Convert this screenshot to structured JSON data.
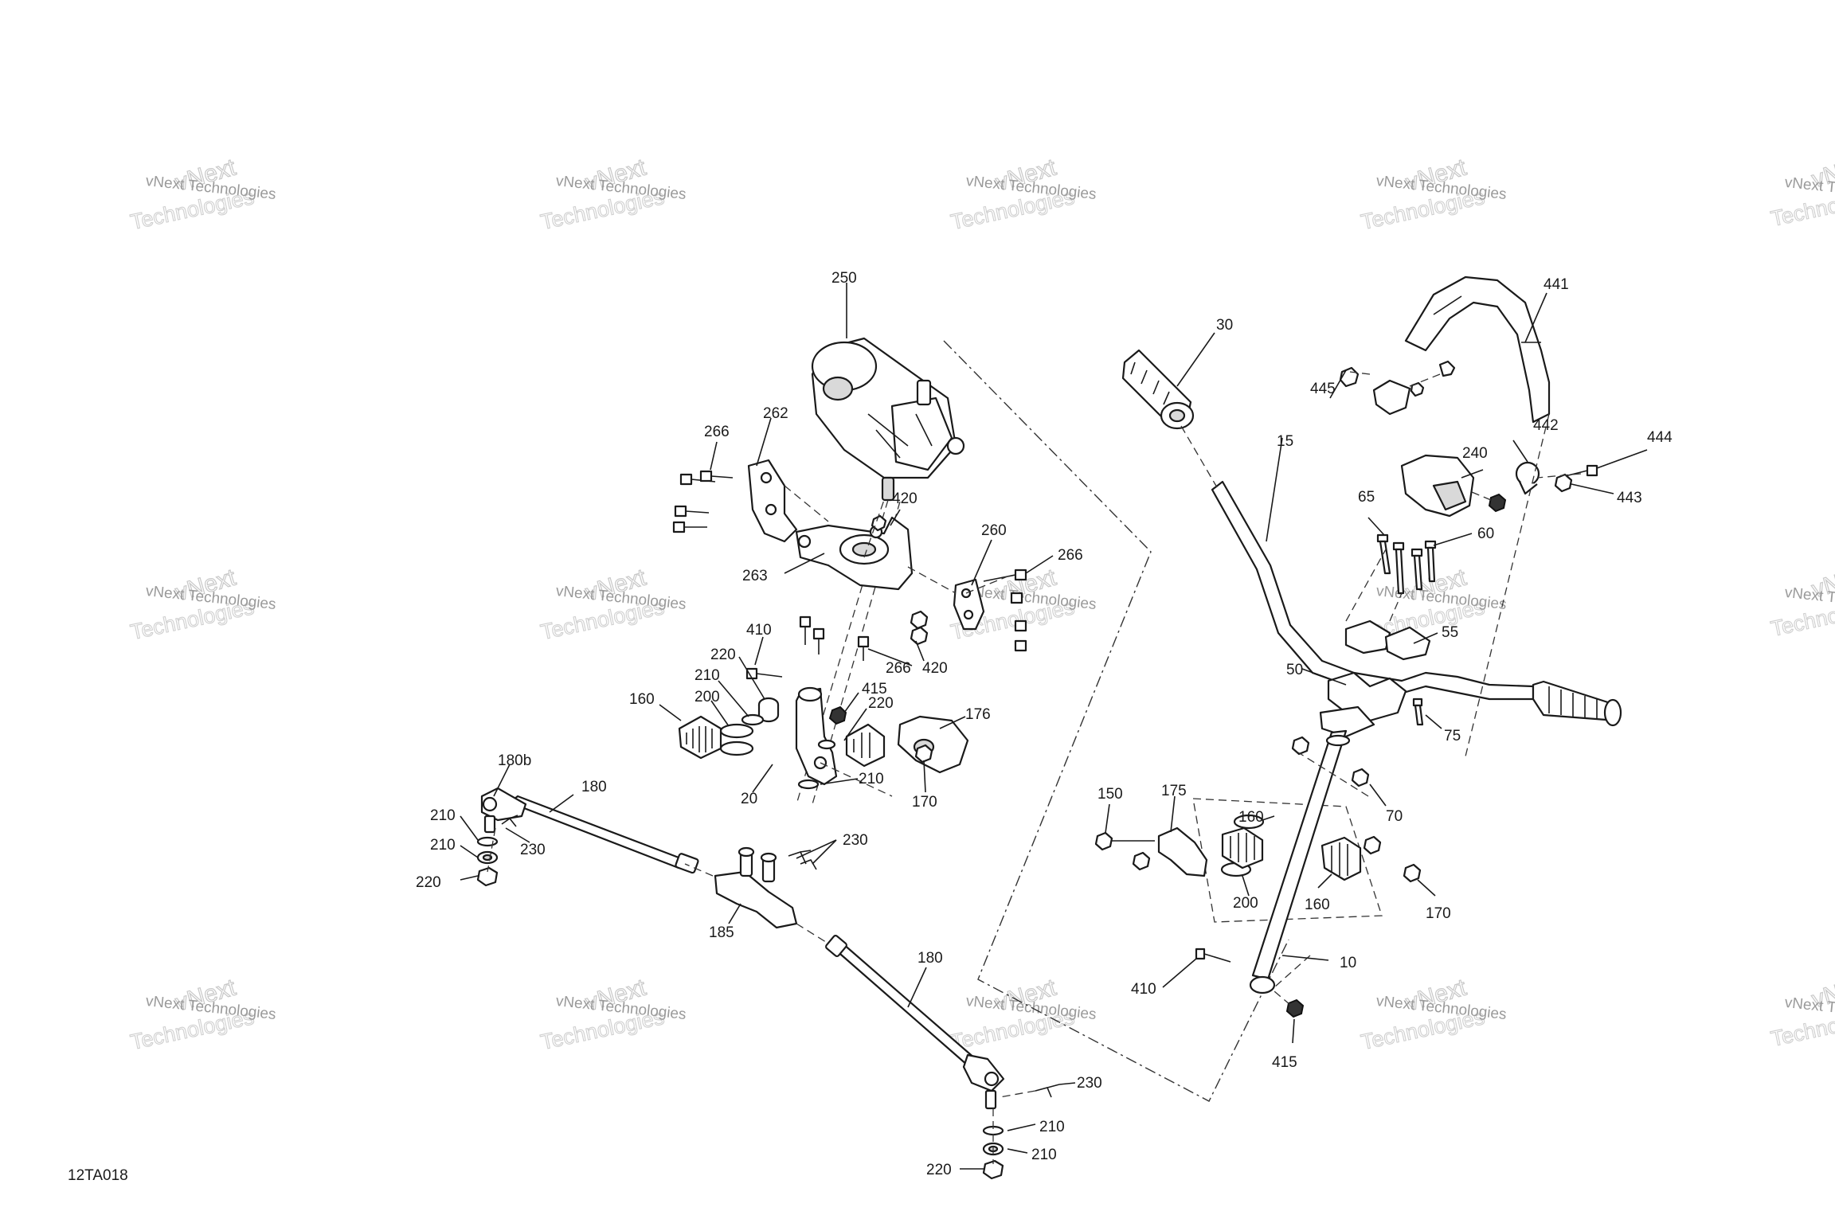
{
  "diagram_code": "12TA018",
  "watermark": {
    "line1": "vNext Technologies",
    "line2": "vNext",
    "line3": "Technologies"
  },
  "callouts": {
    "c10": "10",
    "c15": "15",
    "c20": "20",
    "c30": "30",
    "c50": "50",
    "c55": "55",
    "c60": "60",
    "c65": "65",
    "c70": "70",
    "c75": "75",
    "c150": "150",
    "c160a": "160",
    "c160b": "160",
    "c160c": "160",
    "c170a": "170",
    "c170b": "170",
    "c175": "175",
    "c176": "176",
    "c180a": "180",
    "c180b": "180",
    "c180bb": "180b",
    "c185": "185",
    "c200a": "200",
    "c200b": "200",
    "c210a": "210",
    "c210b": "210",
    "c210c": "210",
    "c210d": "210",
    "c210e": "210",
    "c210f": "210",
    "c220a": "220",
    "c220b": "220",
    "c220c": "220",
    "c220d": "220",
    "c230a": "230",
    "c230b": "230",
    "c230c": "230",
    "c240": "240",
    "c250": "250",
    "c260": "260",
    "c262": "262",
    "c263": "263",
    "c266a": "266",
    "c266b": "266",
    "c266c": "266",
    "c410a": "410",
    "c410b": "410",
    "c415a": "415",
    "c415b": "415",
    "c420a": "420",
    "c420b": "420",
    "c441": "441",
    "c442": "442",
    "c443": "443",
    "c444": "444",
    "c445": "445"
  }
}
